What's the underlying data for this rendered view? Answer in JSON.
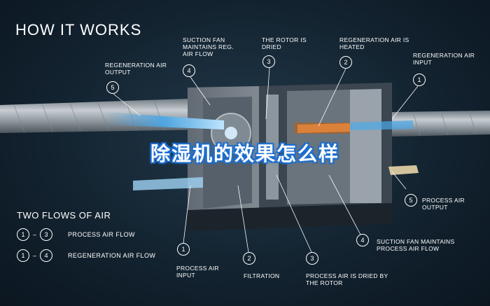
{
  "title": "HOW IT WORKS",
  "overlay_text": "除湿机的效果怎么样",
  "top_callouts": [
    {
      "number": "5",
      "text": "REGENERATION AIR OUTPUT"
    },
    {
      "number": "4",
      "text": "SUCTION FAN MAINTAINS REG. AIR FLOW"
    },
    {
      "number": "3",
      "text": "THE ROTOR IS DRIED"
    },
    {
      "number": "2",
      "text": "REGENERATION AIR IS HEATED"
    },
    {
      "number": "1",
      "text": "REGENERATION AIR INPUT"
    }
  ],
  "bottom_callouts": [
    {
      "number": "1",
      "text": "PROCESS AIR INPUT"
    },
    {
      "number": "2",
      "text": "FILTRATION"
    },
    {
      "number": "3",
      "text": "PROCESS AIR IS DRIED BY THE ROTOR"
    },
    {
      "number": "4",
      "text": "SUCTION FAN MAINTAINS PROCESS AIR FLOW"
    },
    {
      "number": "5",
      "text": "PROCESS AIR OUTPUT"
    }
  ],
  "legend": {
    "title": "TWO FLOWS OF AIR",
    "rows": [
      {
        "from": "1",
        "to": "3",
        "text": "PROCESS AIR FLOW"
      },
      {
        "from": "1",
        "to": "4",
        "text": "REGENERATION AIR FLOW"
      }
    ]
  },
  "colors": {
    "regeneration_flow": "#4aa8e8",
    "process_flow": "#9fd3f5",
    "heated_air": "#e8863a",
    "overlay_glow": "#1d6fd0"
  }
}
